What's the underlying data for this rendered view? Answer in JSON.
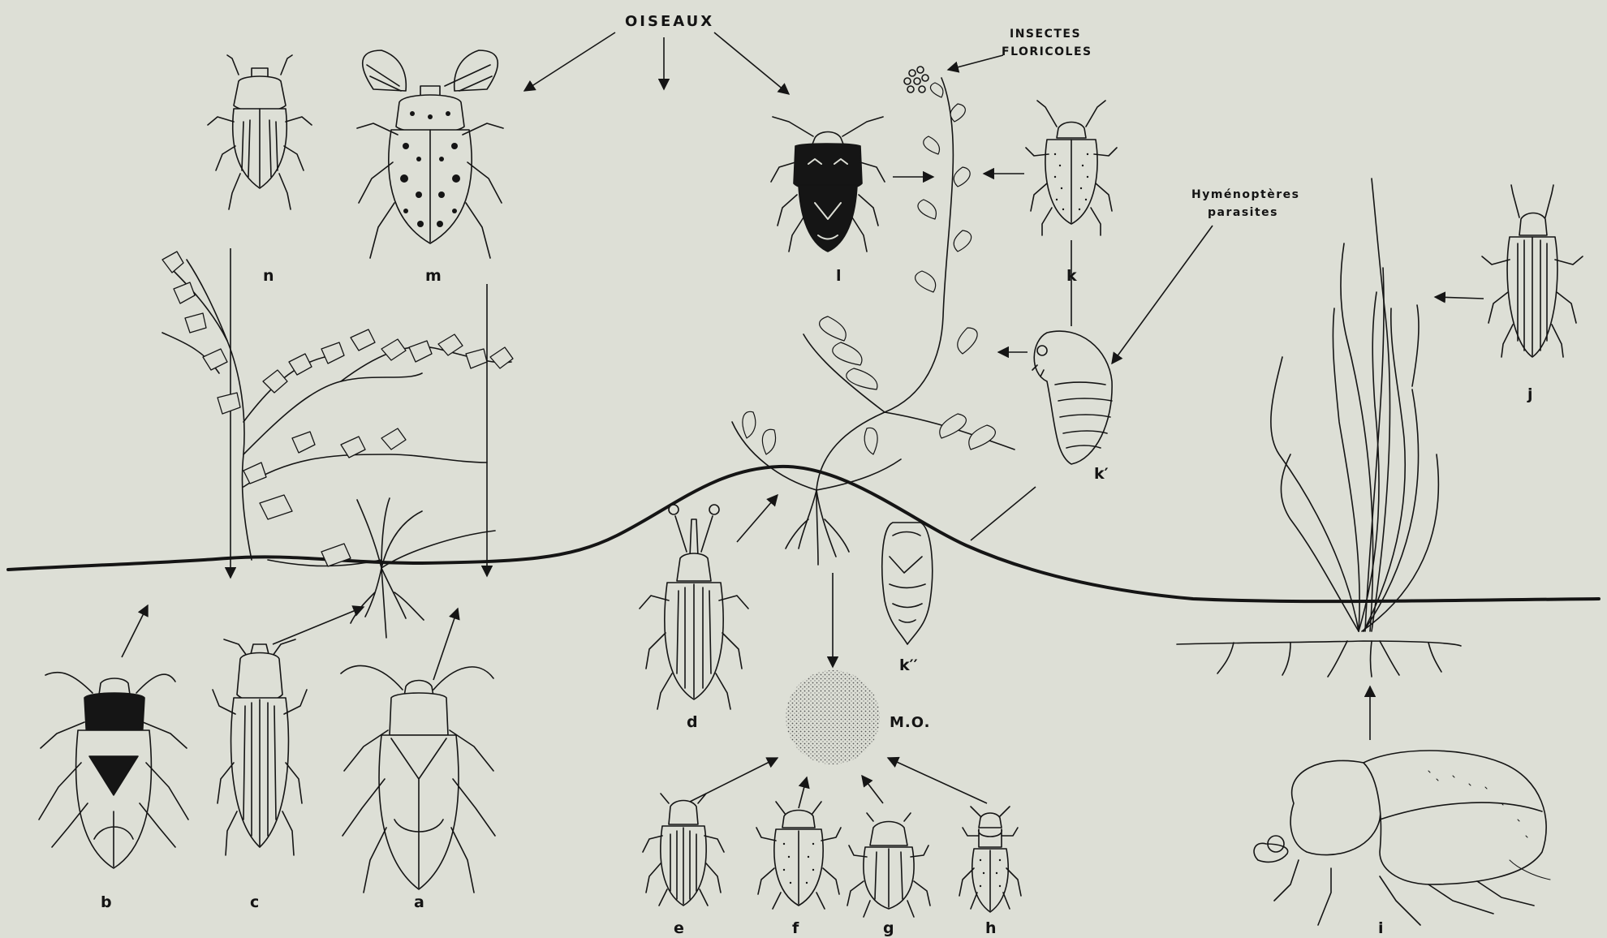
{
  "labels": {
    "oiseaux": "OISEAUX",
    "insectes_line1": "INSECTES",
    "insectes_line2": "FLORICOLES",
    "hymeno_line1": "Hyménoptères",
    "hymeno_line2": "parasites",
    "mo": "M.O."
  },
  "insects": {
    "a": "a",
    "b": "b",
    "c": "c",
    "d": "d",
    "e": "e",
    "f": "f",
    "g": "g",
    "h": "h",
    "i": "i",
    "j": "j",
    "k": "k",
    "k1": "k′",
    "k2": "k′′",
    "l": "l",
    "m": "m",
    "n": "n"
  },
  "colors": {
    "background": "#dddfd6",
    "ink": "#151515"
  }
}
